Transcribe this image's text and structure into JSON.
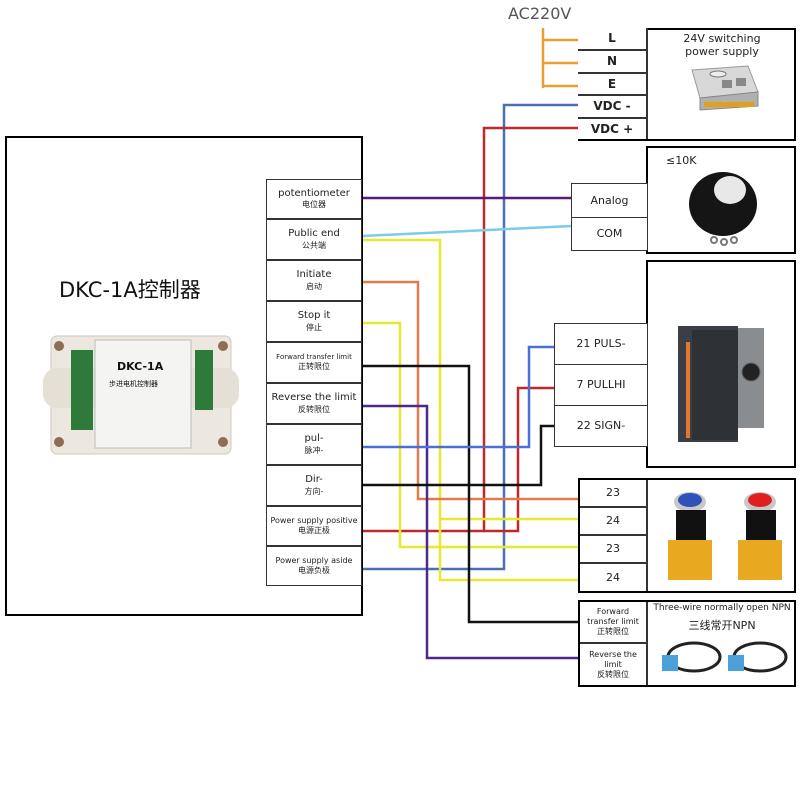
{
  "ac_label": "AC220V",
  "power_supply": {
    "terminals": [
      "L",
      "N",
      "E",
      "VDC -",
      "VDC +"
    ],
    "title_line1": "24V switching",
    "title_line2": "power supply",
    "image": "switching-power-supply-photo"
  },
  "potentiometer": {
    "terminals": [
      "Analog",
      "COM"
    ],
    "rating": "≤10K",
    "image": "potentiometer-knob-photo"
  },
  "controller": {
    "title": "DKC-1A控制器",
    "image": "dkc-1a-controller-photo",
    "device_label": "DKC-1A",
    "device_sub": "步进电机控制器",
    "terminals": [
      {
        "en": "potentiometer",
        "zh": "电位器"
      },
      {
        "en": "Public end",
        "zh": "公共端"
      },
      {
        "en": "Initiate",
        "zh": "启动"
      },
      {
        "en": "Stop it",
        "zh": "停止"
      },
      {
        "en": "Forward transfer limit",
        "zh": "正转限位"
      },
      {
        "en": "Reverse the limit",
        "zh": "反转限位"
      },
      {
        "en": "pul-",
        "zh": "脉冲-"
      },
      {
        "en": "Dir-",
        "zh": "方向-"
      },
      {
        "en": "Power supply positive",
        "zh": "电源正极"
      },
      {
        "en": "Power supply aside",
        "zh": "电源负极"
      }
    ]
  },
  "driver": {
    "terminals": [
      "21  PULS-",
      "7 PULLHI",
      "22  SIGN-"
    ],
    "image": "stepper-driver-photo"
  },
  "buttons": {
    "terminals": [
      "23",
      "24",
      "23",
      "24"
    ],
    "image": "push-buttons-blue-red-photo"
  },
  "sensors": {
    "terminals": [
      {
        "en": "Forward transfer limit",
        "zh": "正转限位"
      },
      {
        "en": "Reverse the limit",
        "zh": "反转限位"
      }
    ],
    "title_en": "Three-wire normally open NPN",
    "title_zh": "三线常开NPN",
    "image": "npn-proximity-sensors-photo"
  },
  "colors": {
    "ac": "#e8a030",
    "vdc_minus": "#4a6fb5",
    "vdc_plus": "#c0282a",
    "potentiometer": "#5a1a78",
    "com": "#7ccbe8",
    "initiate": "#e07a50",
    "stop": "#e8e830",
    "limit": "#111111",
    "reverse": "#4b2a8a",
    "pul": "#4a6fd5",
    "dir": "#111111"
  }
}
